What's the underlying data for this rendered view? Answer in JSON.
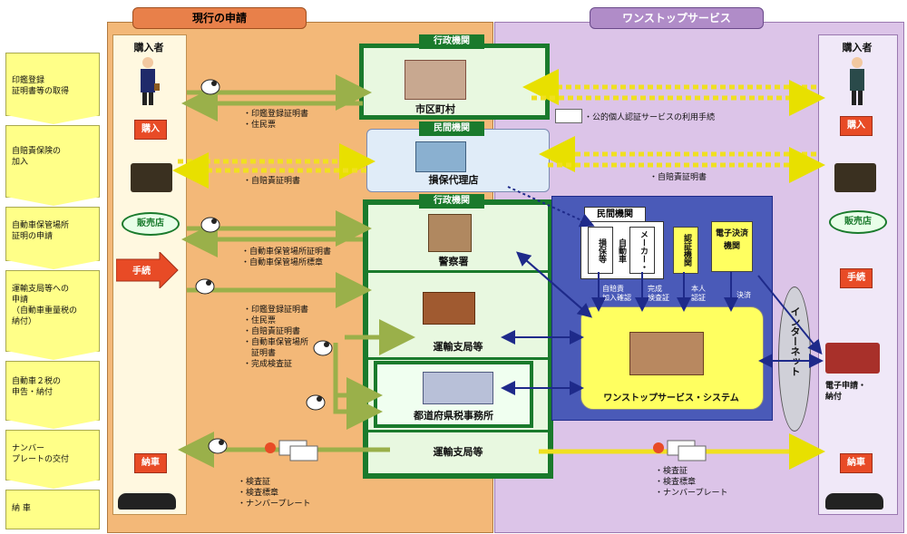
{
  "headers": {
    "left": "現行の申請",
    "right": "ワンストップサービス"
  },
  "steps": [
    {
      "text": "印鑑登録\n証明書等の取得"
    },
    {
      "text": "自賠責保険の\n加入"
    },
    {
      "text": "自動車保管場所\n証明の申請"
    },
    {
      "text": "運輸支局等への\n申請\n（自動車重量税の\n納付）"
    },
    {
      "text": "自動車２税の\n申告・納付"
    },
    {
      "text": "ナンバー\nプレートの交付"
    },
    {
      "text": "納 車"
    }
  ],
  "left_column": {
    "buyer": "購入者",
    "purchase": "購入",
    "dealer": "販売店",
    "procedure": "手続",
    "delivery": "納車"
  },
  "right_column": {
    "buyer": "購入者",
    "purchase": "購入",
    "dealer": "販売店",
    "procedure": "手続",
    "e_apply": "電子申請・\n納付",
    "delivery": "納車"
  },
  "center": {
    "gov_tag_1": "行政機関",
    "city": "市区町村",
    "private_tag": "民間機関",
    "insurance": "損保代理店",
    "gov_tag_2": "行政機関",
    "police": "警察署",
    "transport": "運輸支局等",
    "tax": "都道府県税事務所",
    "transport_2": "運輸支局等"
  },
  "left_docs": {
    "doc1": "・印鑑登録証明書\n・住民票",
    "doc2": "・自賠責証明書",
    "doc3": "・自動車保管場所証明書\n・自動車保管場所標章",
    "doc4": "・印鑑登録証明書\n・住民票\n・自賠責証明書\n・自動車保管場所\n　証明書\n・完成検査証",
    "doc5": "・検査証\n・検査標章\n・ナンバープレート"
  },
  "right_docs": {
    "jpki": "・公的個人認証サービスの利用手続",
    "cali": "・自賠責証明書",
    "final": "・検査証\n・検査標章\n・ナンバープレート"
  },
  "system": {
    "private_tag": "民間機関",
    "insurer": "損保等",
    "maker": "メーカー・自動車",
    "auth": "認証機関",
    "payment": "電子決済機関",
    "lbl_insurer": "自賠責\n加入確認",
    "lbl_maker": "完成\n検査証",
    "lbl_auth": "本人\n認証",
    "lbl_payment": "決済",
    "name": "ワンストップサービス・システム",
    "internet": "インターネット"
  },
  "colors": {
    "left_bg": "#f3b878",
    "right_bg": "#dcc4e8",
    "green": "#1a7a2c",
    "yellow": "#ffff60",
    "navy": "#1e2a8a",
    "system_bg": "#4a5ab8"
  }
}
